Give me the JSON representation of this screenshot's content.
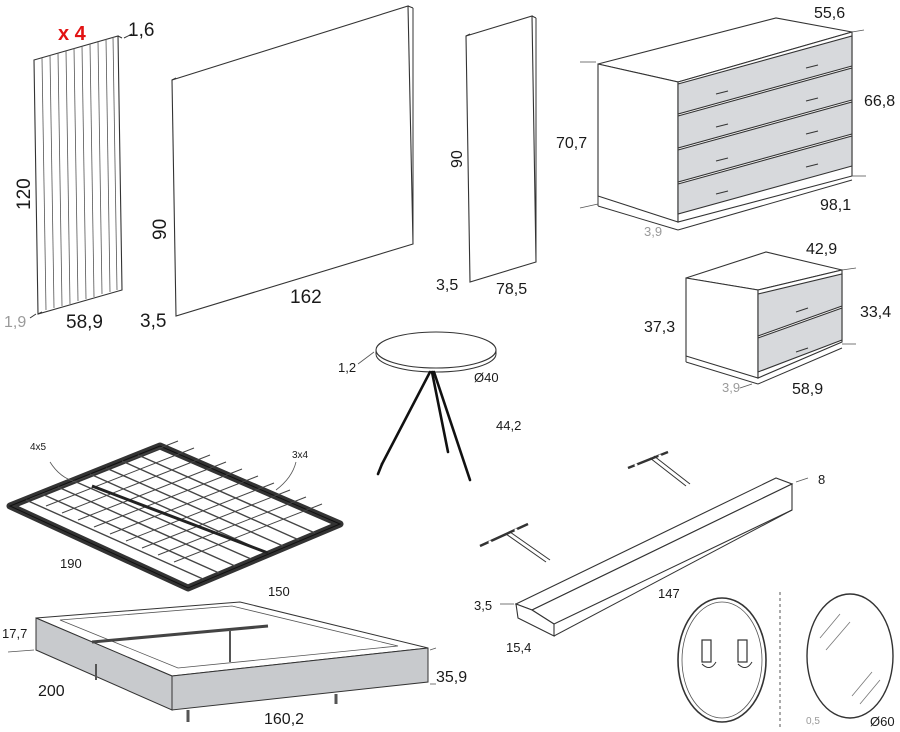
{
  "panel_slatted": {
    "count_label": "x 4",
    "height": "120",
    "width": "58,9",
    "depth": "1,6",
    "offset": "1,9"
  },
  "headboard": {
    "height": "90",
    "width": "162",
    "depth": "3,5"
  },
  "side_panel": {
    "height": "90",
    "width": "78,5",
    "depth": "3,5"
  },
  "dresser": {
    "width": "98,1",
    "depth": "55,6",
    "height": "70,7",
    "drawer_height": "66,8",
    "plinth": "3,9"
  },
  "nightstand": {
    "width": "58,9",
    "depth": "42,9",
    "height": "37,3",
    "drawer_height": "33,4",
    "plinth": "3,9"
  },
  "side_table": {
    "top_thickness": "1,2",
    "diameter": "Ø40",
    "height": "44,2"
  },
  "slat_base": {
    "label_left": "4x5",
    "label_right": "3x4",
    "length": "190"
  },
  "bed_frame": {
    "width_top": "150",
    "height_side": "17,7",
    "length": "200",
    "height": "35,9",
    "width": "160,2"
  },
  "shelf": {
    "depth": "8",
    "length": "147",
    "height": "3,5",
    "width": "15,4"
  },
  "mirror": {
    "thickness": "0,5",
    "diameter": "Ø60"
  },
  "colors": {
    "drawer_fill": "#d7d9dc",
    "count_label": "#e21313",
    "secondary_dim": "#9a9a9a"
  }
}
